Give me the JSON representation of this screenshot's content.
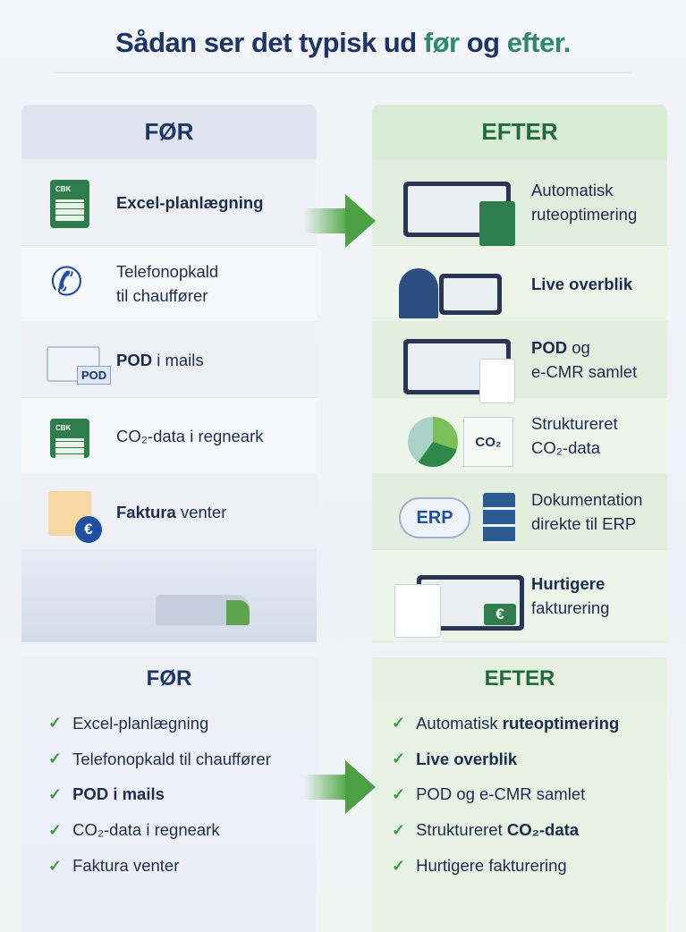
{
  "title": {
    "part1": "Sådan ser det typisk ud ",
    "part2": "før",
    "part3": " og ",
    "part4": "efter."
  },
  "before": {
    "heading": "FØR",
    "items": [
      {
        "bold": "Excel-planlægning",
        "normal": ""
      },
      {
        "bold": "",
        "normal": "Telefonopkald",
        "normal2": "til chauffører"
      },
      {
        "bold": "POD",
        "normal": " i mails"
      },
      {
        "bold": "",
        "normal": "CO₂-data i regneark"
      },
      {
        "bold": "Faktura",
        "normal": " venter"
      }
    ],
    "icon_labels": {
      "sheet": "CBK",
      "pod": "POD",
      "euro": "€"
    }
  },
  "after": {
    "heading": "EFTER",
    "items": [
      {
        "line1": "Automatisk",
        "line2": "ruteoptimering"
      },
      {
        "bold": "Live overblik"
      },
      {
        "bold": "POD",
        "normal": " og",
        "line2": "e-CMR samlet"
      },
      {
        "line1": "Struktureret",
        "line2": "CO₂-data"
      },
      {
        "line1": "Dokumentation",
        "line2": "direkte til ERP"
      },
      {
        "bold": "Hurtigere",
        "line2": "fakturering"
      }
    ],
    "icon_labels": {
      "co2": "CO₂",
      "erp": "ERP",
      "euro": "€"
    }
  },
  "summary_before": {
    "heading": "FØR",
    "items": [
      {
        "normal": "Excel-planlægning"
      },
      {
        "normal": "Telefonopkald til chauffører"
      },
      {
        "bold": "POD i mails"
      },
      {
        "normal": "CO₂-data i regneark"
      },
      {
        "normal": "Faktura venter"
      }
    ]
  },
  "summary_after": {
    "heading": "EFTER",
    "items": [
      {
        "normal": "Automatisk ",
        "bold": "ruteoptimering"
      },
      {
        "bold": "Live overblik"
      },
      {
        "normal": "POD og e-CMR samlet"
      },
      {
        "normal": "Struktureret ",
        "bold": "CO₂-data"
      },
      {
        "normal": "Hurtigere fakturering"
      }
    ]
  },
  "check": "✓",
  "colors": {
    "navy": "#1b3566",
    "green": "#2e8a6e",
    "accent_green": "#4da043"
  }
}
